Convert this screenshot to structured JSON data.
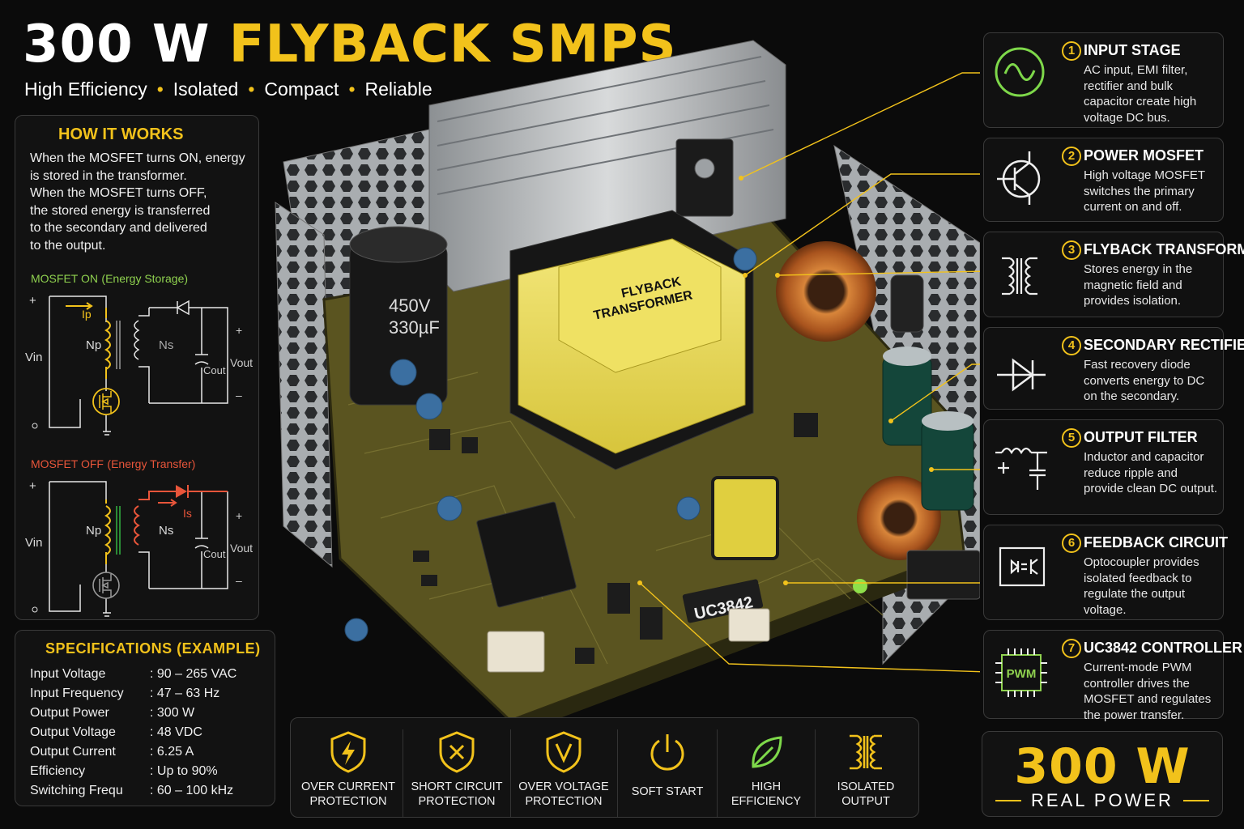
{
  "header": {
    "title_white": "300 W",
    "title_yellow": "FLYBACK SMPS",
    "tagline": [
      "High Efficiency",
      "Isolated",
      "Compact",
      "Reliable"
    ]
  },
  "how_it_works": {
    "title": "HOW IT WORKS",
    "lines": [
      "When the MOSFET turns ON, energy",
      "is stored in the transformer.",
      "When the MOSFET turns OFF,",
      "the stored energy is transferred",
      "to the secondary and delivered",
      "to the output."
    ],
    "mosfet_on": {
      "title": "MOSFET ON",
      "note": "(Energy Storage)",
      "vin": "Vin",
      "np": "Np",
      "ns": "Ns",
      "ip": "Ip",
      "cout": "Cout",
      "vout": "Vout",
      "plus": "+",
      "minus": "–"
    },
    "mosfet_off": {
      "title": "MOSFET OFF",
      "note": "(Energy Transfer)",
      "vin": "Vin",
      "np": "Np",
      "ns": "Ns",
      "is": "Is",
      "cout": "Cout",
      "vout": "Vout",
      "plus": "+",
      "minus": "–"
    }
  },
  "specs": {
    "title": "SPECIFICATIONS (EXAMPLE)",
    "rows": [
      {
        "label": "Input Voltage",
        "value": ": 90 – 265 VAC"
      },
      {
        "label": "Input Frequency",
        "value": ": 47 – 63 Hz"
      },
      {
        "label": "Output Power",
        "value": ": 300 W"
      },
      {
        "label": "Output Voltage",
        "value": ": 48 VDC"
      },
      {
        "label": "Output Current",
        "value": ": 6.25 A"
      },
      {
        "label": "Efficiency",
        "value": ": Up to 90%"
      },
      {
        "label": "Switching Frequ",
        "value": ": 60 – 100 kHz"
      }
    ]
  },
  "board": {
    "transformer_label": [
      "FLYBACK",
      "TRANSFORMER"
    ],
    "cap_label": [
      "450V",
      "330µF"
    ],
    "ic_label": "UC3842"
  },
  "stages": [
    {
      "num": "1",
      "title": "INPUT STAGE",
      "desc": "AC input, EMI filter, rectifier and bulk capacitor create high voltage DC bus.",
      "icon": "sine-wave-icon"
    },
    {
      "num": "2",
      "title": "POWER MOSFET",
      "desc": "High voltage MOSFET switches the primary current on and off.",
      "icon": "transistor-icon"
    },
    {
      "num": "3",
      "title": "FLYBACK TRANSFORMER",
      "desc": "Stores energy in the magnetic field and provides isolation.",
      "icon": "transformer-icon"
    },
    {
      "num": "4",
      "title": "SECONDARY RECTIFIER",
      "desc": "Fast recovery diode converts energy to DC on the secondary.",
      "icon": "diode-icon"
    },
    {
      "num": "5",
      "title": "OUTPUT FILTER",
      "desc": "Inductor and capacitor reduce ripple and provide clean DC output.",
      "icon": "lc-filter-icon"
    },
    {
      "num": "6",
      "title": "FEEDBACK CIRCUIT",
      "desc": "Optocoupler provides isolated feedback to regulate the output voltage.",
      "icon": "optocoupler-icon"
    },
    {
      "num": "7",
      "title": "UC3842 CONTROLLER",
      "desc": "Current-mode PWM controller drives the MOSFET and regulates the power transfer.",
      "icon": "pwm-chip-icon",
      "icon_text": "PWM"
    }
  ],
  "features": [
    {
      "label": [
        "OVER CURRENT",
        "PROTECTION"
      ],
      "icon": "lightning-shield-icon"
    },
    {
      "label": [
        "SHORT CIRCUIT",
        "PROTECTION"
      ],
      "icon": "x-shield-icon"
    },
    {
      "label": [
        "OVER VOLTAGE",
        "PROTECTION"
      ],
      "icon": "v-shield-icon"
    },
    {
      "label": [
        "SOFT START"
      ],
      "icon": "power-icon"
    },
    {
      "label": [
        "HIGH",
        "EFFICIENCY"
      ],
      "icon": "leaf-icon"
    },
    {
      "label": [
        "ISOLATED",
        "OUTPUT"
      ],
      "icon": "transformer-icon"
    }
  ],
  "badge": {
    "power": "300 W",
    "caption": "REAL POWER"
  },
  "colors": {
    "accent": "#f2c21b",
    "on_green": "#8fd14f",
    "off_red": "#e8553a",
    "copper": "#b8612a",
    "pcb": "#5a5420"
  }
}
